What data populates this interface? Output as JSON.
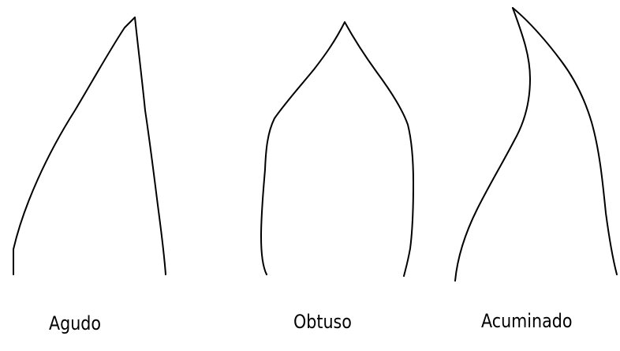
{
  "shapes": [
    {
      "id": "agudo",
      "label": "Agudo"
    },
    {
      "id": "obtuso",
      "label": "Obtuso"
    },
    {
      "id": "acuminado",
      "label": "Acuminado"
    }
  ]
}
